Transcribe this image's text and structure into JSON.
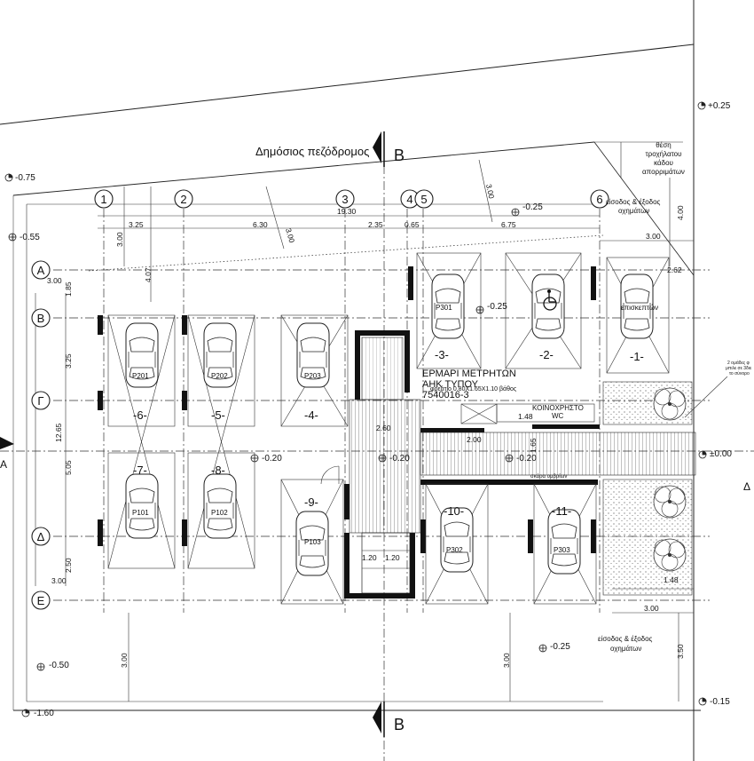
{
  "street_label": "Δημόσιος πεζόδρομος",
  "section_marker": "B",
  "grid_columns": [
    "1",
    "2",
    "3",
    "4",
    "5",
    "6"
  ],
  "grid_rows": [
    "Α",
    "Β",
    "Γ",
    "Δ",
    "Ε"
  ],
  "levels": {
    "plus_025_top": "+0.25",
    "minus_075": "-0.75",
    "minus_055": "-0.55",
    "minus_025_a": "-0.25",
    "minus_025_b": "-0.25",
    "minus_020_a": "-0.20",
    "minus_020_b": "-0.20",
    "minus_020_c": "-0.20",
    "zero": "±0.00",
    "minus_025_c": "-0.25",
    "minus_050": "-0.50",
    "minus_160": "-1.60",
    "minus_015": "-0.15"
  },
  "dimensions": {
    "total_top": "19.30",
    "d_325": "3.25",
    "d_630": "6.30",
    "d_235": "2.35",
    "d_065": "0.65",
    "d_675": "6.75",
    "d_300_left": "3.00",
    "d_407": "4.07",
    "d_300_diag": "3.00",
    "d_300_road": "3.00",
    "d_400": "4.00",
    "d_300_right": "3.00",
    "d_262": "2.62",
    "left_300": "3.00",
    "left_185": "1.85",
    "left_325": "3.25",
    "left_1265": "12.65",
    "left_505": "5.05",
    "left_250": "2.50",
    "left_300_b": "3.00",
    "d_260": "2.60",
    "d_200": "2.00",
    "d_148": "1.48",
    "d_148_b": "1.48",
    "d_300_bottom": "3.00",
    "d_300_v1": "3.00",
    "d_300_v2": "3.00",
    "d_350": "3.50",
    "d_120": "1.20",
    "d_120_b": "1.20",
    "d_165": "1.65"
  },
  "parking": [
    {
      "num": "-1-",
      "code": ""
    },
    {
      "num": "-2-",
      "code": ""
    },
    {
      "num": "-3-",
      "code": "P301"
    },
    {
      "num": "-4-",
      "code": "P203"
    },
    {
      "num": "-5-",
      "code": "P202"
    },
    {
      "num": "-6-",
      "code": "P201"
    },
    {
      "num": "-7-",
      "code": "P101"
    },
    {
      "num": "-8-",
      "code": "P102"
    },
    {
      "num": "-9-",
      "code": "P103"
    },
    {
      "num": "-10-",
      "code": "P302"
    },
    {
      "num": "-11-",
      "code": "P303"
    }
  ],
  "labels": {
    "bin_location": [
      "θέση",
      "τροχήλατου",
      "κάδου",
      "απορριμάτων"
    ],
    "entrance_top": [
      "είσοδος & έξοδος",
      "οχημάτων"
    ],
    "entrance_bottom": [
      "είσοδος & έξοδος",
      "οχημάτων"
    ],
    "visitors": "επισκεπτών",
    "meters": [
      "ΕΡΜΑΡΙ ΜΕΤΡΗΤΩΝ",
      "ΑΗΚ ΤΥΠΟΥ",
      "7540016-3"
    ],
    "well": "φρεάτιο 0.80X1.65X1.10 βάθος",
    "common_wc": [
      "ΚΟΙΝΟΧΡΗΣΤΟ",
      "WC"
    ],
    "bin_zone": "σκάρα ομβρίων",
    "cyclists_note": [
      "2 ομάδες φ",
      "μπιλε σε 3διε",
      "το σύνορο"
    ],
    "edge_letter_right": "Δ",
    "edge_letter_left": "Α"
  }
}
